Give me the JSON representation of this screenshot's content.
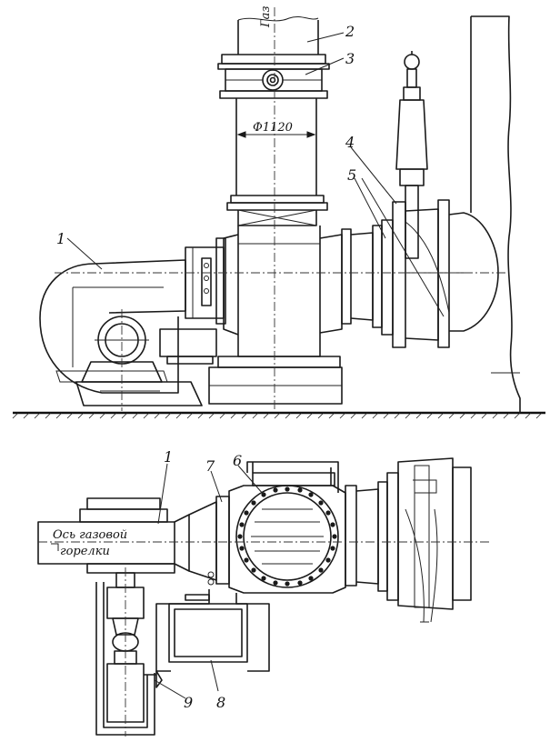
{
  "labels": {
    "gas": "Газ",
    "diameter": "Ф1120",
    "burner_axis_line1": "Ось газовой",
    "burner_axis_line2": "горелки"
  },
  "callouts": {
    "top_1": "1",
    "top_2": "2",
    "top_3": "3",
    "top_4": "4",
    "top_5": "5",
    "bottom_1": "1",
    "bottom_6": "6",
    "bottom_7": "7",
    "bottom_8": "8",
    "bottom_9": "9"
  }
}
